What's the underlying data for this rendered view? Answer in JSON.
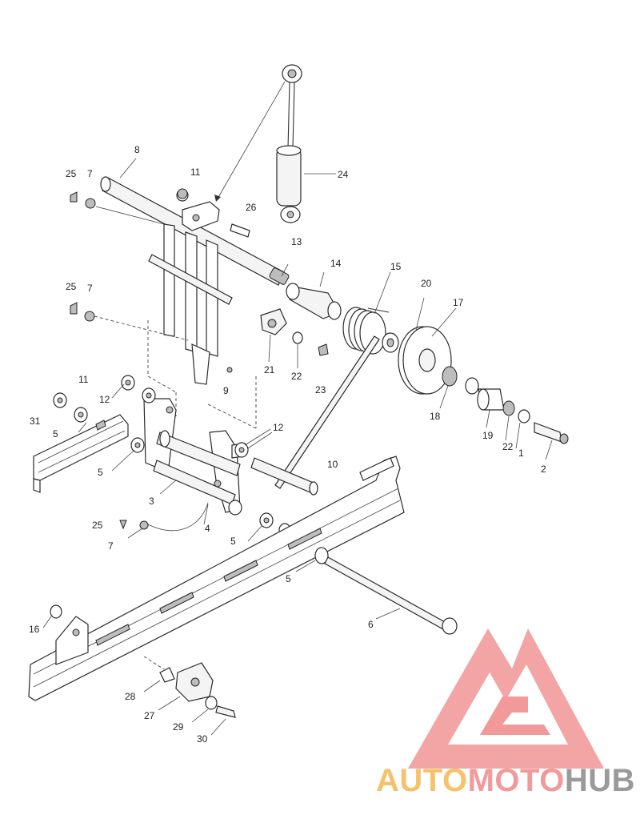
{
  "part_labels": [
    "1",
    "2",
    "3",
    "4",
    "5",
    "6",
    "7",
    "8",
    "9",
    "10",
    "11",
    "12",
    "13",
    "14",
    "15",
    "16",
    "17",
    "18",
    "19",
    "20",
    "21",
    "22",
    "23",
    "24",
    "25",
    "26",
    "27",
    "28",
    "29",
    "30",
    "31"
  ],
  "callouts": {
    "l8": "8",
    "l25a": "25",
    "l7a": "7",
    "l11a": "11",
    "l26": "26",
    "l24": "24",
    "l13": "13",
    "l14": "14",
    "l15": "15",
    "l20": "20",
    "l17": "17",
    "l25b": "25",
    "l7b": "7",
    "l21": "21",
    "l22a": "22",
    "l23": "23",
    "l9": "9",
    "l11b": "11",
    "l12a": "12",
    "l31": "31",
    "l5a": "5",
    "l5b": "5",
    "l12b": "12",
    "l18": "18",
    "l19": "19",
    "l22b": "22",
    "l1": "1",
    "l2": "2",
    "l10": "10",
    "l3": "3",
    "l25c": "25",
    "l4": "4",
    "l7c": "7",
    "l5c": "5",
    "l5d": "5",
    "l6": "6",
    "l16": "16",
    "l28": "28",
    "l27": "27",
    "l29": "29",
    "l30": "30"
  },
  "watermark": {
    "word_auto": "AUTO",
    "word_moto": "MOTO",
    "word_hub": "HUB",
    "colors": {
      "triangle": "#f29a9a",
      "auto": "#f5c26b",
      "moto": "#f29a9a",
      "hub": "#9a9a9a"
    }
  }
}
